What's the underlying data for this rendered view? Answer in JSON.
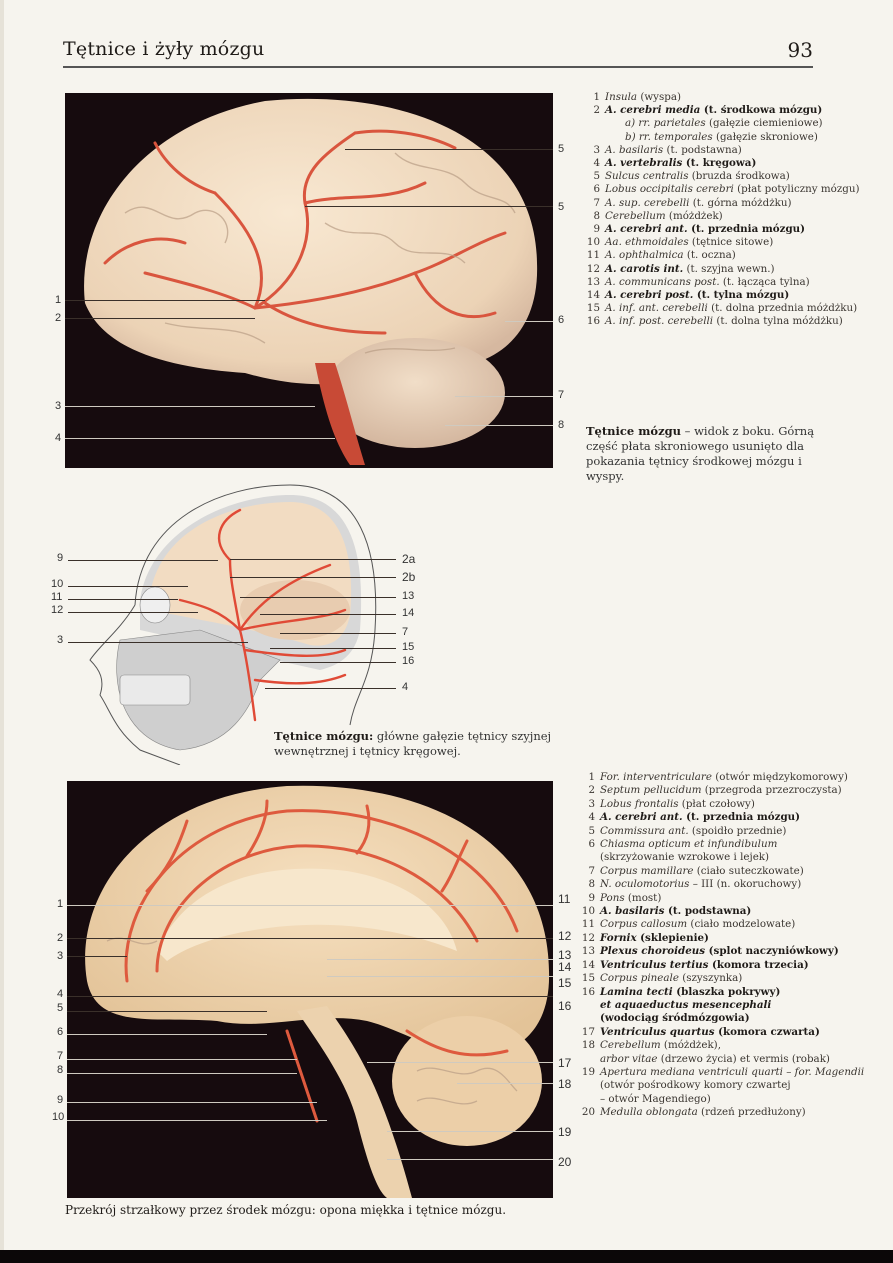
{
  "header": {
    "title": "Tętnice i żyły mózgu",
    "page_number": "93"
  },
  "colors": {
    "paper": "#f6f4ee",
    "photo_bg": "#160b0e",
    "brain_tissue": "#f1dcc0",
    "artery_red": "#e0503a",
    "skull_grey": "#c9c9c9"
  },
  "figure1": {
    "image_label": "lateral-brain-photo",
    "left_labels": [
      "1",
      "2",
      "3",
      "4"
    ],
    "right_labels": [
      "5",
      "5",
      "6",
      "7",
      "8"
    ],
    "legend": [
      {
        "n": "1",
        "latin": "Insula",
        "polish": "(wyspa)",
        "bold": false
      },
      {
        "n": "2",
        "latin": "A. cerebri media",
        "polish": "(t. środkowa mózgu)",
        "bold": true
      },
      {
        "n": "",
        "latin": "a) rr. parietales",
        "polish": "(gałęzie ciemieniowe)",
        "bold": false,
        "sub": true
      },
      {
        "n": "",
        "latin": "b) rr. temporales",
        "polish": "(gałęzie skroniowe)",
        "bold": false,
        "sub": true
      },
      {
        "n": "3",
        "latin": "A. basilaris",
        "polish": "(t. podstawna)",
        "bold": false
      },
      {
        "n": "4",
        "latin": "A. vertebralis",
        "polish": "(t. kręgowa)",
        "bold": true
      },
      {
        "n": "5",
        "latin": "Sulcus centralis",
        "polish": "(bruzda środkowa)",
        "bold": false
      },
      {
        "n": "6",
        "latin": "Lobus occipitalis cerebri",
        "polish": "(płat potyliczny mózgu)",
        "bold": false
      },
      {
        "n": "7",
        "latin": "A. sup. cerebelli",
        "polish": "(t. górna móżdżku)",
        "bold": false
      },
      {
        "n": "8",
        "latin": "Cerebellum",
        "polish": "(móżdżek)",
        "bold": false
      },
      {
        "n": "9",
        "latin": "A. cerebri ant.",
        "polish": "(t. przednia mózgu)",
        "bold": true
      },
      {
        "n": "10",
        "latin": "Aa. ethmoidales",
        "polish": "(tętnice sitowe)",
        "bold": false
      },
      {
        "n": "11",
        "latin": "A. ophthalmica",
        "polish": "(t. oczna)",
        "bold": false
      },
      {
        "n": "12",
        "latin": "A. carotis int.",
        "polish": "(t. szyjna wewn.)",
        "bold": "latin"
      },
      {
        "n": "13",
        "latin": "A. communicans post.",
        "polish": "(t. łącząca tylna)",
        "bold": false
      },
      {
        "n": "14",
        "latin": "A. cerebri post.",
        "polish": "(t. tylna mózgu)",
        "bold": true
      },
      {
        "n": "15",
        "latin": "A. inf. ant. cerebelli",
        "polish": "(t. dolna przednia móżdżku)",
        "bold": false
      },
      {
        "n": "16",
        "latin": "A. inf. post. cerebelli",
        "polish": "(t. dolna tylna móżdżku)",
        "bold": false
      }
    ],
    "caption_bold": "Tętnice mózgu",
    "caption_rest": " – widok z boku. Górną część płata skroniowego usunięto dla pokazania tętnicy środkowej mózgu i wyspy."
  },
  "figure2": {
    "image_label": "skull-illustration",
    "left_labels": [
      "9",
      "10",
      "11",
      "12",
      "3"
    ],
    "right_labels": [
      "2a",
      "2b",
      "13",
      "14",
      "7",
      "15",
      "16",
      "4"
    ],
    "caption_bold": "Tętnice mózgu:",
    "caption_rest": " główne gałęzie tętnicy szyjnej wewnętrznej i tętnicy kręgowej."
  },
  "figure3": {
    "image_label": "sagittal-brain-photo",
    "left_labels": [
      "1",
      "2",
      "3",
      "4",
      "5",
      "6",
      "7",
      "8",
      "9",
      "10"
    ],
    "right_labels": [
      "11",
      "12",
      "13",
      "14",
      "15",
      "16",
      "17",
      "18",
      "19",
      "20"
    ],
    "legend": [
      {
        "n": "1",
        "latin": "For. interventriculare",
        "polish": "(otwór międzykomorowy)",
        "bold": false
      },
      {
        "n": "2",
        "latin": "Septum pellucidum",
        "polish": "(przegroda przezroczysta)",
        "bold": false
      },
      {
        "n": "3",
        "latin": "Lobus frontalis",
        "polish": "(płat czołowy)",
        "bold": false
      },
      {
        "n": "4",
        "latin": "A. cerebri ant.",
        "polish": "(t. przednia mózgu)",
        "bold": true
      },
      {
        "n": "5",
        "latin": "Commissura ant.",
        "polish": "(spoidło przednie)",
        "bold": false
      },
      {
        "n": "6",
        "latin": "Chiasma opticum et infundibulum",
        "polish": "",
        "bold": false
      },
      {
        "n": "",
        "latin": "",
        "polish": "(skrzyżowanie wzrokowe i lejek)",
        "bold": false
      },
      {
        "n": "7",
        "latin": "Corpus mamillare",
        "polish": "(ciało suteczkowate)",
        "bold": false
      },
      {
        "n": "8",
        "latin": "N. oculomotorius",
        "polish": "– III (n. okoruchowy)",
        "bold": false
      },
      {
        "n": "9",
        "latin": "Pons",
        "polish": "(most)",
        "bold": false
      },
      {
        "n": "10",
        "latin": "A. basilaris",
        "polish": "(t. podstawna)",
        "bold": true
      },
      {
        "n": "11",
        "latin": "Corpus callosum",
        "polish": "(ciało modzelowate)",
        "bold": false
      },
      {
        "n": "12",
        "latin": "Fornix",
        "polish": "(sklepienie)",
        "bold": true
      },
      {
        "n": "13",
        "latin": "Plexus choroideus",
        "polish": "(splot naczyniówkowy)",
        "bold": true
      },
      {
        "n": "14",
        "latin": "Ventriculus tertius",
        "polish": "(komora trzecia)",
        "bold": true
      },
      {
        "n": "15",
        "latin": "Corpus pineale",
        "polish": "(szyszynka)",
        "bold": false
      },
      {
        "n": "16",
        "latin": "Lamina tecti",
        "polish": "(blaszka pokrywy)",
        "bold": true
      },
      {
        "n": "",
        "latin": "et aquaeductus mesencephali",
        "polish": "",
        "bold": true
      },
      {
        "n": "",
        "latin": "",
        "polish": "(wodociąg śródmózgowia)",
        "bold": true
      },
      {
        "n": "17",
        "latin": "Ventriculus quartus",
        "polish": "(komora czwarta)",
        "bold": true
      },
      {
        "n": "18",
        "latin": "Cerebellum",
        "polish": "(móżdżek),",
        "bold": false
      },
      {
        "n": "",
        "latin": "arbor vitae",
        "polish": "(drzewo życia) et vermis (robak)",
        "bold": false
      },
      {
        "n": "19",
        "latin": "Apertura mediana ventriculi quarti – for. Magendii",
        "polish": "",
        "bold": false
      },
      {
        "n": "",
        "latin": "",
        "polish": "(otwór pośrodkowy komory czwartej",
        "bold": false
      },
      {
        "n": "",
        "latin": "",
        "polish": "– otwór Magendiego)",
        "bold": false
      },
      {
        "n": "20",
        "latin": "Medulla oblongata",
        "polish": "(rdzeń przedłużony)",
        "bold": false
      }
    ],
    "caption": "Przekrój strzałkowy przez środek mózgu: opona miękka i tętnice mózgu."
  }
}
